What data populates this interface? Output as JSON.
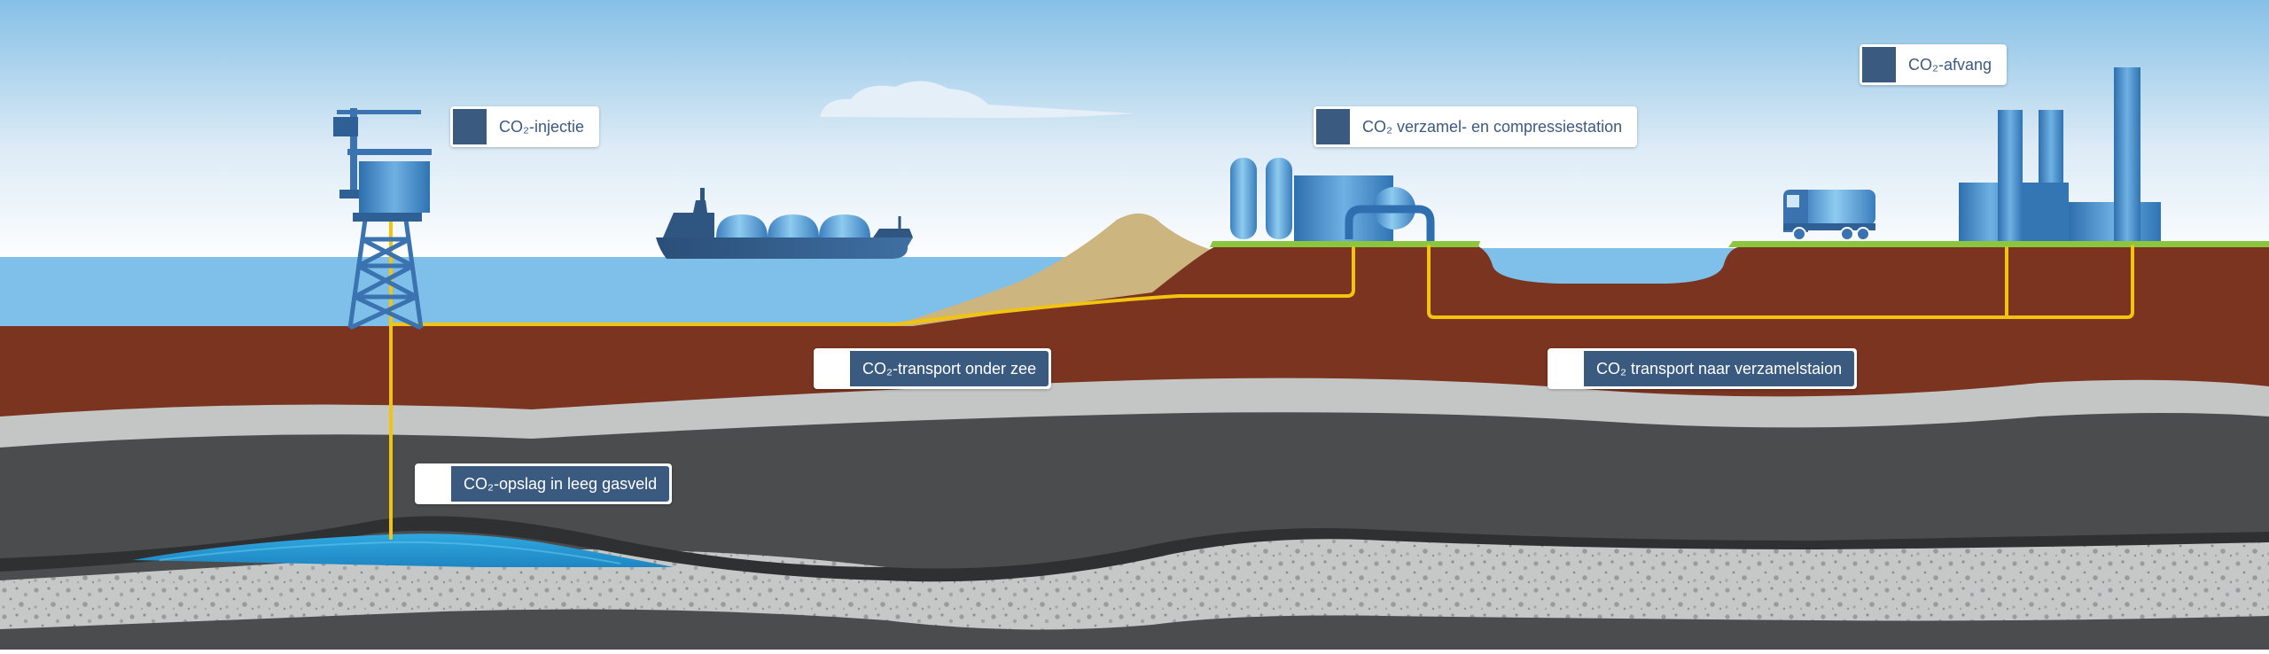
{
  "labels": {
    "injection": "CO₂-injectie",
    "capture": "CO₂-afvang",
    "compression": "CO₂ verzamel- en compressiestation",
    "transport_sea": "CO₂-transport onder zee",
    "transport_land": "CO₂ transport naar verzamelstaion",
    "storage": "CO₂-opslag in leeg gasveld"
  },
  "colors": {
    "sky_top": "#8cc3e6",
    "sea": "#7ec0ea",
    "soil": "#7a3420",
    "grey_band": "#c4c6c6",
    "dark_rock": "#4a4b4d",
    "gravel": "#c7c8c8",
    "gas_field": "#2a9fd6",
    "pipeline": "#f2c40f",
    "grass": "#8cc63f",
    "sand": "#cdb57f",
    "navy": "#3b5a80",
    "blue_structure": "#3f86c4"
  }
}
